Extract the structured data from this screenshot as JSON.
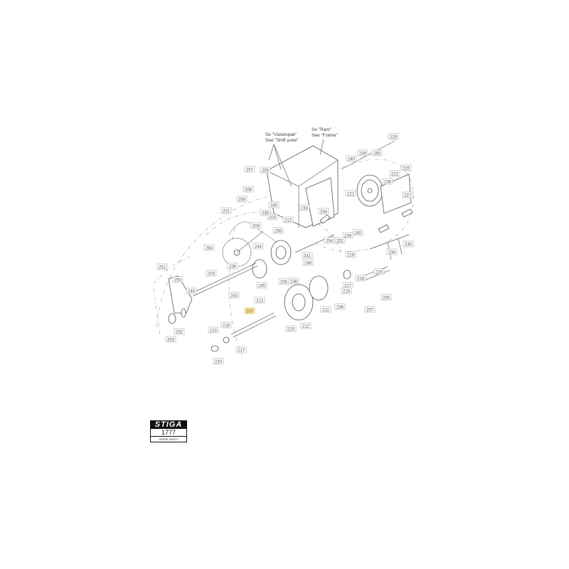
{
  "diagram": {
    "callouts": [
      {
        "line1": "Se \"Växelspak\"",
        "line2": "See \"Shift yoke\""
      },
      {
        "line1": "Se \"Ram\"",
        "line2": "See \"Frame\""
      }
    ],
    "part_labels": [
      "229",
      "239",
      "260",
      "240",
      "225",
      "222",
      "236",
      "227",
      "221",
      "257",
      "255",
      "206",
      "256",
      "240",
      "235",
      "233",
      "203",
      "212",
      "204",
      "256",
      "234",
      "240",
      "239",
      "252",
      "254",
      "201",
      "264",
      "203",
      "236",
      "244",
      "241",
      "248",
      "245",
      "205",
      "238",
      "219",
      "220",
      "218",
      "217",
      "215",
      "236",
      "211",
      "255",
      "257",
      "234",
      "230",
      "251",
      "250",
      "249",
      "243",
      "213",
      "207",
      "212",
      "215",
      "218",
      "210",
      "217",
      "253",
      "252",
      "220"
    ],
    "highlighted_label": "207",
    "highlight_color": "#fde39a"
  },
  "logo": {
    "brand": "STIGA",
    "number": "1777",
    "subtitle": "SPARE PARTS"
  }
}
